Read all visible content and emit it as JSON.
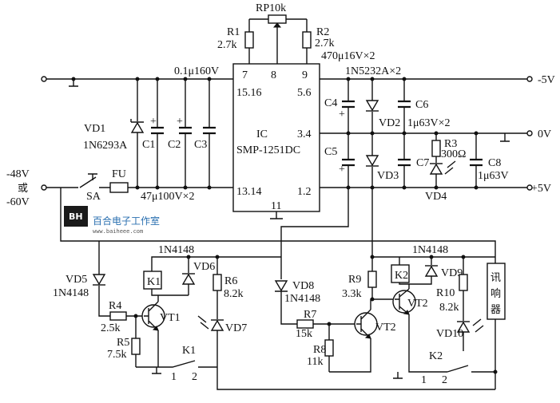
{
  "labels": {
    "rp": "RP10k",
    "r1_name": "R1",
    "r1_val": "2.7k",
    "r2_name": "R2",
    "r2_val": "2.7k",
    "c_top_left": "0.1μ160V",
    "c_top_right": "470μ16V×2",
    "zener_pair": "1N5232A×2",
    "pin7": "7",
    "pin8": "8",
    "pin9": "9",
    "pin1516": "15.16",
    "pin56": "5.6",
    "pin34": "3.4",
    "pin1314": "13.14",
    "pin12": "1.2",
    "pin11": "11",
    "ic_name": "IC",
    "ic_part": "SMP-1251DC",
    "minus5v": "-5V",
    "zero_v": "0V",
    "plus5v": "+5V",
    "vd1": "VD1",
    "vd1_part": "1N6293A",
    "c1": "C1",
    "c2": "C2",
    "c3": "C3",
    "c4": "C4",
    "c5": "C5",
    "c6": "C6",
    "c6_val": "1μ63V×2",
    "c7": "C7",
    "c8": "C8",
    "c8_val": "1μ63V",
    "vd2": "VD2",
    "vd3": "VD3",
    "vd4": "VD4",
    "r3_name": "R3",
    "r3_val": "300Ω",
    "in_48": "-48V",
    "in_or": "或",
    "in_60": "-60V",
    "sa": "SA",
    "fu": "FU",
    "c12_val": "47μ100V×2",
    "wm_text": "百合电子工作室",
    "wm_url": "www.baiheee.com",
    "wm_logo": "BH",
    "n4148_a": "1N4148",
    "vd5": "VD5",
    "vd5_part": "1N4148",
    "vd6": "VD6",
    "k1": "K1",
    "r4_name": "R4",
    "r4_val": "2.5k",
    "r5_name": "R5",
    "r5_val": "7.5k",
    "vt1": "VT1",
    "r6_name": "R6",
    "r6_val": "8.2k",
    "vd7": "VD7",
    "k1_contact": "K1",
    "k1_pin1": "1",
    "k1_pin2": "2",
    "vd8": "VD8",
    "vd8_part": "1N4148",
    "r7_name": "R7",
    "r7_val": "15k",
    "r8_name": "R8",
    "r8_val": "11k",
    "vt2_a": "VT2",
    "r9_name": "R9",
    "r9_val": "3.3k",
    "k2": "K2",
    "vt2_b": "VT2",
    "n4148_b": "1N4148",
    "vd9": "VD9",
    "r10_name": "R10",
    "r10_val": "8.2k",
    "vd10": "VD10",
    "k2_contact": "K2",
    "k2_pin1": "1",
    "k2_pin2": "2",
    "buzzer": "讯响器"
  }
}
